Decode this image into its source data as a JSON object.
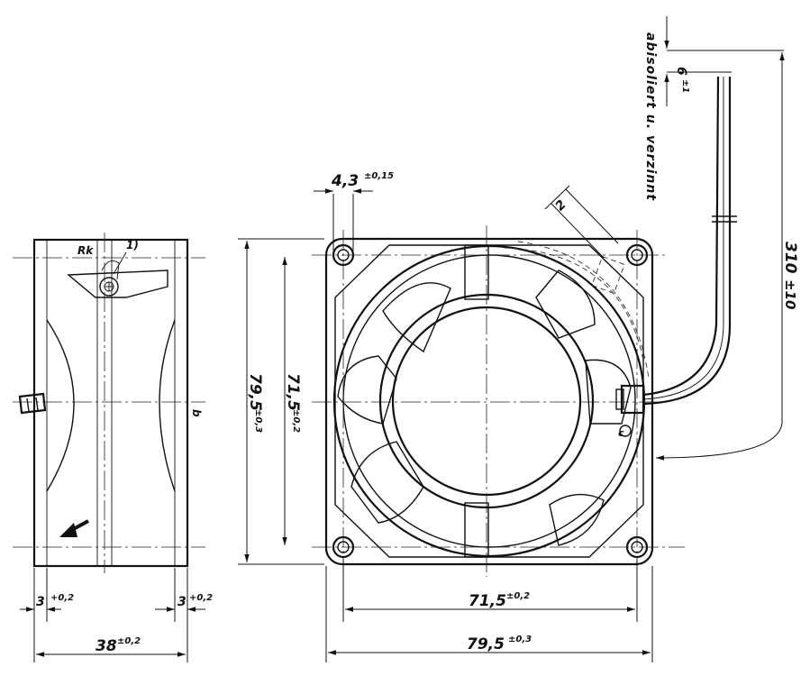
{
  "side_view": {
    "width_dim": "38",
    "width_tol": "±0,2",
    "left_flange_dim": "3",
    "left_flange_tol": "+0,2",
    "right_flange_dim": "3",
    "right_flange_tol": "+0,2",
    "label_r": "Rk",
    "label_1": "1)",
    "label_b": "b"
  },
  "front_view": {
    "width_outer": "79,5",
    "width_outer_tol": "±0,3",
    "width_holes": "71,5",
    "width_holes_tol": "±0,2",
    "height_outer": "79,5",
    "height_outer_tol": "±0,3",
    "height_holes": "71,5",
    "height_holes_tol": "±0,2",
    "hole_dia": "4,3",
    "hole_dia_tol": "±0,15",
    "label_c": "c",
    "label_2": "2"
  },
  "lead": {
    "length": "310",
    "length_tol": "±10",
    "strip": "6",
    "strip_tol": "±1",
    "note": "abisoliert u. verzinnt"
  }
}
